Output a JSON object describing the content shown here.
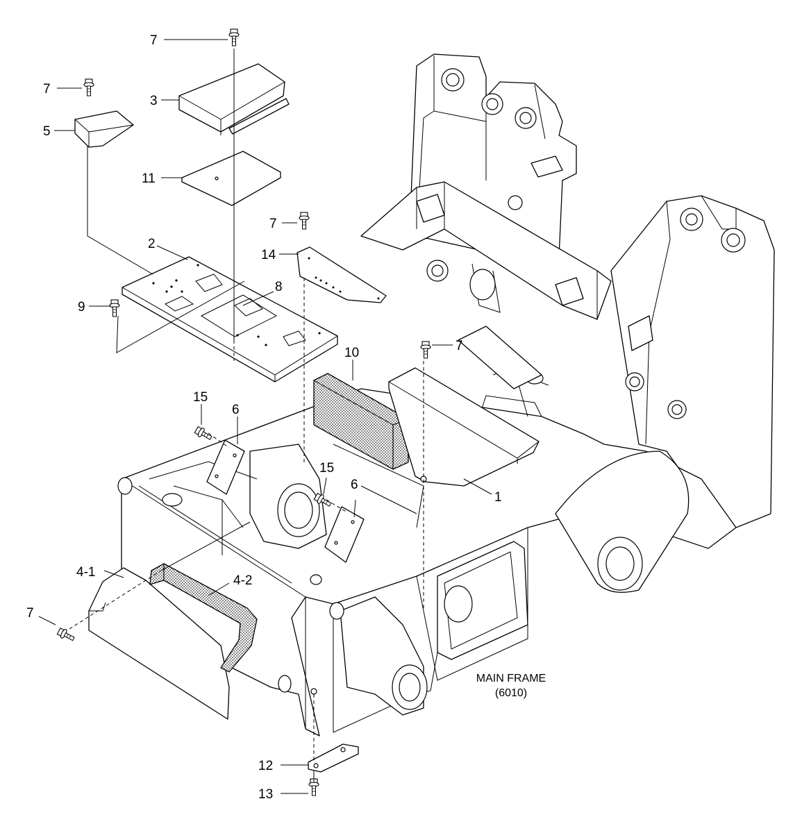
{
  "callouts": {
    "c7_top": "7",
    "c7_left": "7",
    "c3": "3",
    "c5": "5",
    "c11": "11",
    "c7_mid": "7",
    "c14": "14",
    "c2": "2",
    "c8": "8",
    "c9": "9",
    "c7_right": "7",
    "c10": "10",
    "c15_a": "15",
    "c6_a": "6",
    "c15_b": "15",
    "c6_b": "6",
    "c1": "1",
    "c4_1": "4-1",
    "c4_2": "4-2",
    "c7_bottom": "7",
    "c12": "12",
    "c13": "13"
  },
  "frame_label": {
    "line1": "MAIN FRAME",
    "line2": "(6010)"
  },
  "icons": {
    "bolt": "bolt-icon",
    "pad_texture": "dotted-insulation-pattern"
  },
  "colors": {
    "line": "#000000",
    "background": "#ffffff"
  }
}
